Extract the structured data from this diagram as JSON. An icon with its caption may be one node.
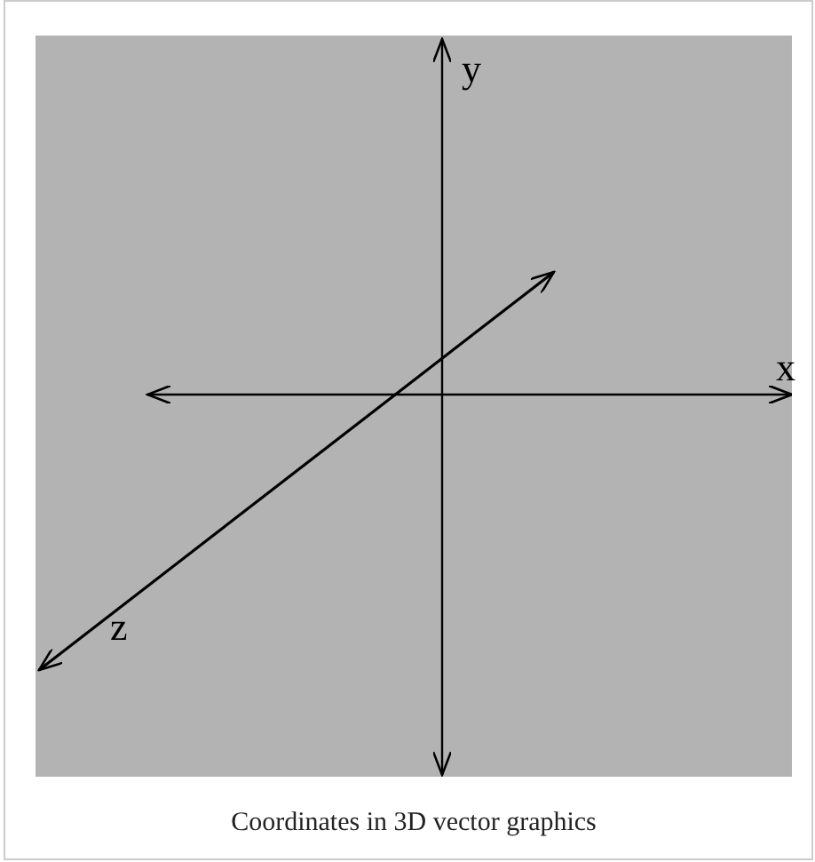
{
  "diagram": {
    "caption": "Coordinates in 3D vector graphics",
    "labels": [
      "y",
      "x",
      "z"
    ]
  }
}
